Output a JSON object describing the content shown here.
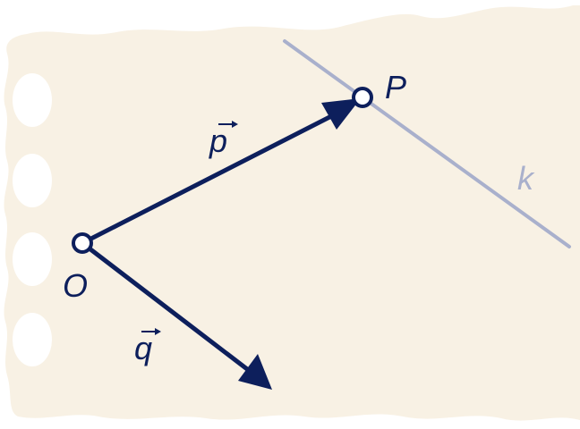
{
  "diagram": {
    "points": {
      "origin": {
        "label": "O"
      },
      "point": {
        "label": "P"
      }
    },
    "vectors": {
      "p": {
        "label": "p"
      },
      "q": {
        "label": "q"
      }
    },
    "line": {
      "label": "k"
    }
  },
  "colors": {
    "paper": "#f8f1e4",
    "ink": "#0d1f5c",
    "line": "#a9b0cc",
    "point_fill": "#ffffff"
  }
}
